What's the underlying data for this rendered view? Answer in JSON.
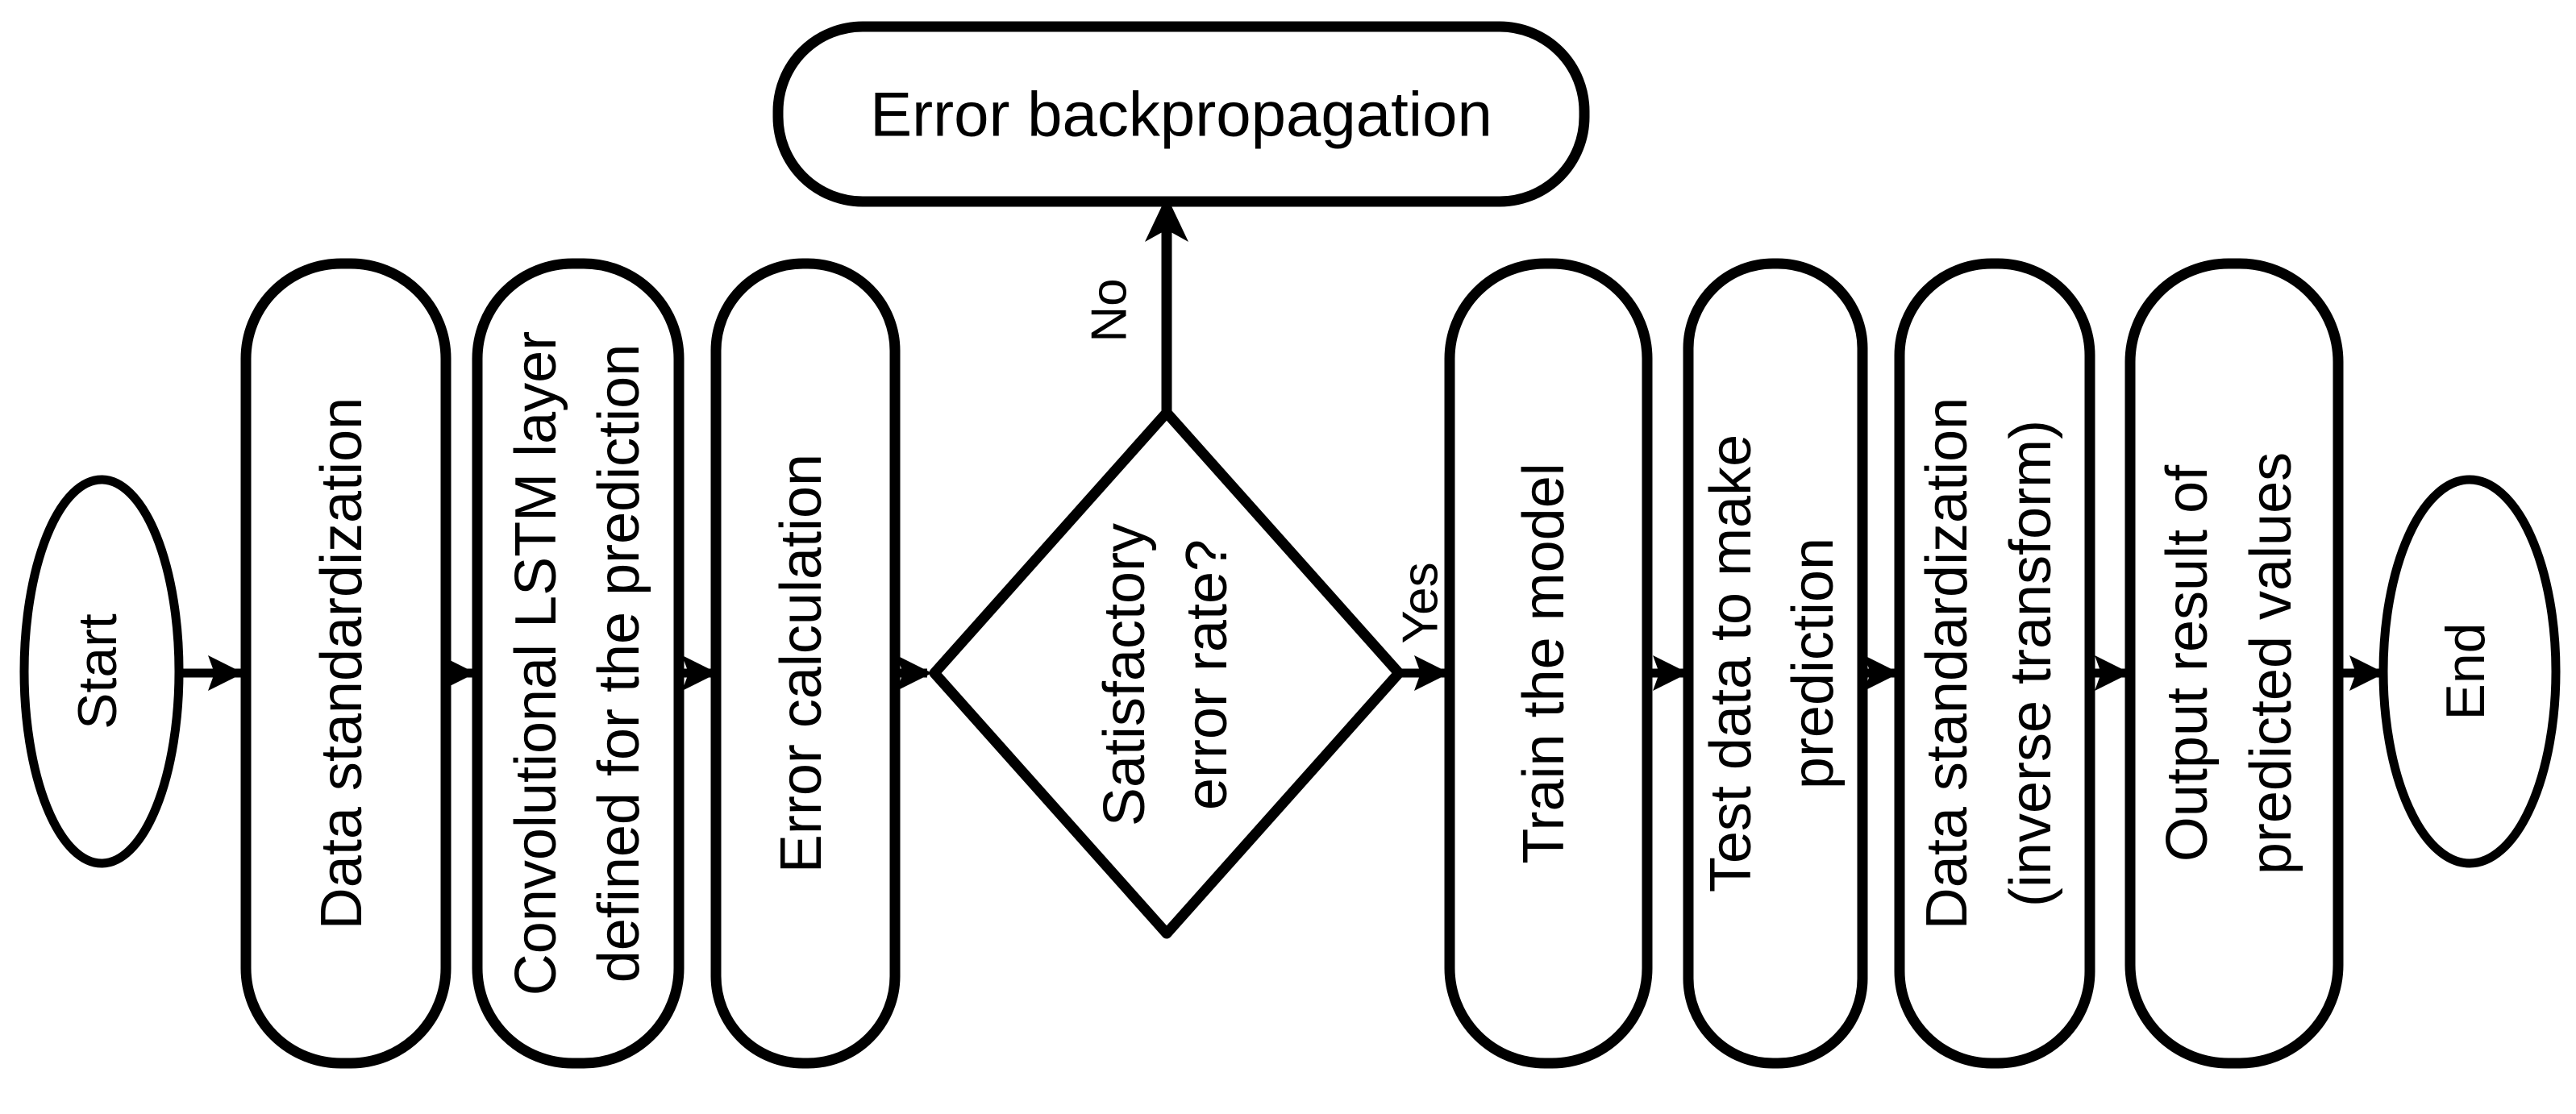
{
  "diagram": {
    "title": "ConvLSTM prediction workflow flowchart",
    "background_color": "#ffffff",
    "stroke_color": "#000000",
    "text_color": "#000000",
    "nodes": {
      "start": {
        "label": "Start",
        "shape": "ellipse"
      },
      "data_standardization": {
        "label": "Data standardization",
        "shape": "rounded-rect"
      },
      "conv_lstm": {
        "line1": "Convolutional LSTM layer",
        "line2": "defined for the prediction",
        "shape": "rounded-rect"
      },
      "error_calculation": {
        "label": "Error calculation",
        "shape": "rounded-rect"
      },
      "decision": {
        "line1": "Satisfactory",
        "line2": "error rate?",
        "shape": "diamond"
      },
      "error_backpropagation": {
        "label": "Error backpropagation",
        "shape": "rounded-rect"
      },
      "train_model": {
        "label": "Train the model",
        "shape": "rounded-rect"
      },
      "test_data": {
        "line1": "Test data to make",
        "line2": "prediction",
        "shape": "rounded-rect"
      },
      "inverse_standardization": {
        "line1": "Data standardization",
        "line2": "(inverse transform)",
        "shape": "rounded-rect"
      },
      "output_result": {
        "line1": "Output result of",
        "line2": "predicted values",
        "shape": "rounded-rect"
      },
      "end": {
        "label": "End",
        "shape": "ellipse"
      }
    },
    "edge_labels": {
      "no": "No",
      "yes": "Yes"
    }
  }
}
